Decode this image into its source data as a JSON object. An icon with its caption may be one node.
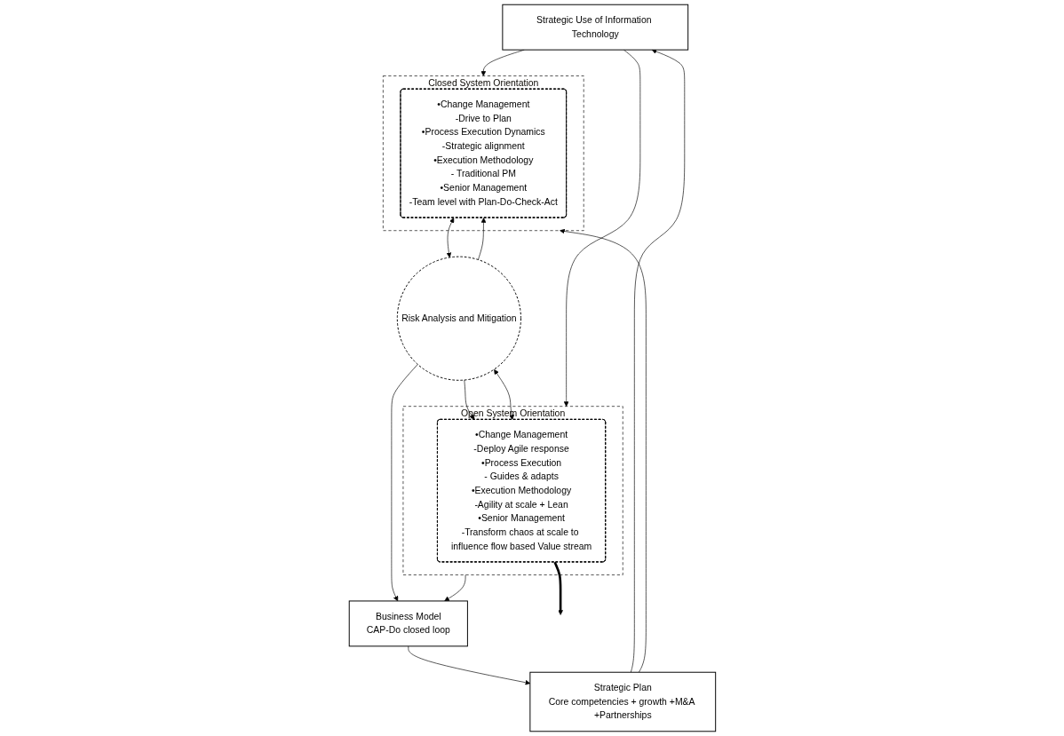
{
  "diagram": {
    "nodes": [
      {
        "text": [
          "Strategic Use of Information Technology"
        ]
      },
      {
        "text": [
          "Closed System Orientation"
        ]
      },
      {
        "text": [
          "•Change Management",
          "-Drive to Plan",
          "•Process Execution Dynamics",
          "-Strategic alignment",
          "•Execution Methodology",
          "- Traditional PM",
          "•Senior Management",
          "-Team level with Plan-Do-Check-Act"
        ],
        "in": 1
      },
      {
        "text": [
          "Open System Orientation"
        ]
      },
      {
        "text": [
          "•Change Management",
          "-Deploy Agile response",
          "•Process Execution",
          "- Guides & adapts",
          "•Execution Methodology",
          "-Agility at scale + Lean",
          "•Senior Management",
          "-Transform chaos at scale to influence flow based Value stream"
        ],
        "in": 3
      },
      {
        "text": [
          "Risk Analysis and Mitigation"
        ]
      },
      {
        "text": [
          "Business Model",
          "CAP-Do closed loop"
        ]
      },
      {
        "text": [
          "Strategic Plan",
          "Core competencies + growth +M&A +Partnerships"
        ]
      }
    ],
    "edges": [
      {
        "from": 0,
        "to": 1,
        "arrow": "to"
      },
      {
        "from": 0,
        "to": 3,
        "arrow": "to"
      },
      {
        "from": 5,
        "to": 2,
        "arrow": "to"
      },
      {
        "from": 2,
        "to": 5,
        "arrow": "both"
      },
      {
        "from": 5,
        "to": 4,
        "arrow": "to"
      },
      {
        "from": 5,
        "to": 4,
        "arrow": "both"
      },
      {
        "from": 4,
        "to": null,
        "arrow": "to",
        "style": "thick"
      },
      {
        "from": 3,
        "to": 6,
        "arrow": "to"
      },
      {
        "from": 5,
        "to": 6,
        "arrow": "to"
      },
      {
        "from": 6,
        "to": 7,
        "arrow": "to"
      },
      {
        "from": 7,
        "to": 1,
        "arrow": "to"
      },
      {
        "from": 7,
        "to": 0,
        "arrow": "to"
      }
    ]
  }
}
